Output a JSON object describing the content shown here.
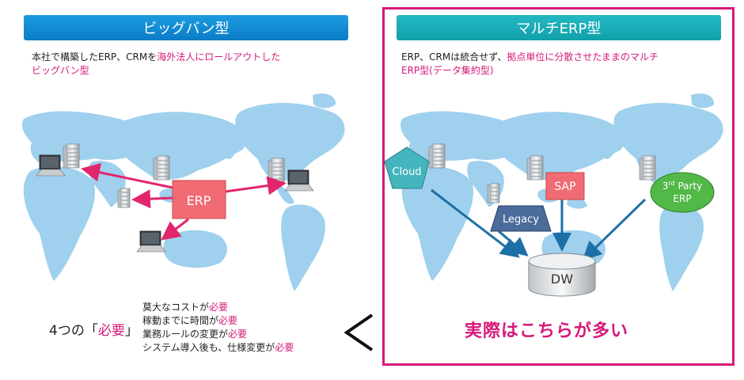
{
  "left": {
    "title": "ビッグバン型",
    "desc_plain": "本社で構築したERP、CRMを",
    "desc_em": "海外法人にロールアウトした",
    "desc_em2": "ビッグバン型",
    "erp_label": "ERP"
  },
  "right": {
    "title": "マルチERP型",
    "desc_plain": "ERP、CRMは統合せず、",
    "desc_em": "拠点単位に分散させたままのマルチ",
    "desc_em2": "ERP型(データ集約型)",
    "cloud_label": "Cloud",
    "sap_label": "SAP",
    "legacy_label": "Legacy",
    "thirdparty_label_1": "3",
    "thirdparty_label_sup": "rd",
    "thirdparty_label_2": " Party",
    "thirdparty_label_3": "ERP",
    "dw_label": "DW",
    "reality": "実際はこちらが多い"
  },
  "needs": {
    "title_prefix": "4つの「",
    "title_em": "必要",
    "title_suffix": "」",
    "items": [
      {
        "text": "莫大なコストが",
        "em": "必要"
      },
      {
        "text": "稼動までに時間が",
        "em": "必要"
      },
      {
        "text": "業務ルールの変更が",
        "em": "必要"
      },
      {
        "text": "システム導入後も、仕様変更が",
        "em": "必要"
      }
    ]
  },
  "colors": {
    "map": "#9fd0ee",
    "pink": "#d6197a",
    "erp_box": "#f16b74",
    "teal": "#24b9c3",
    "blue": "#0b7cc8",
    "arrow_blue": "#1e6fa6",
    "green": "#52b948"
  },
  "icons": [
    "server-icon",
    "laptop-icon",
    "cloud-pentagon-icon",
    "database-cylinder-icon",
    "chevron-left-icon"
  ]
}
